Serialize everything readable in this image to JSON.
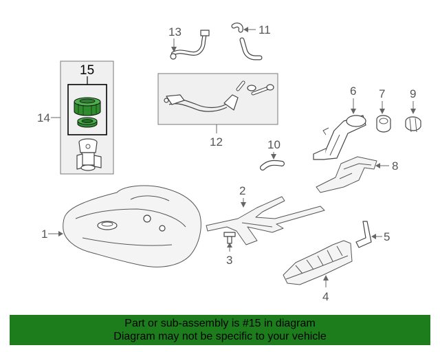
{
  "callouts": {
    "c1": "1",
    "c2": "2",
    "c3": "3",
    "c4": "4",
    "c5": "5",
    "c6": "6",
    "c7": "7",
    "c8": "8",
    "c9": "9",
    "c10": "10",
    "c11": "11",
    "c12": "12",
    "c13": "13",
    "c14": "14",
    "c15": "15"
  },
  "highlight_part": "15",
  "colors": {
    "banner": "#1d7d1d",
    "highlight_box": "#000000",
    "part_green": "#2e7d32"
  },
  "banner": {
    "line1": "Part or sub-assembly is #15 in diagram",
    "line2": "Diagram may not be specific to your vehicle"
  }
}
